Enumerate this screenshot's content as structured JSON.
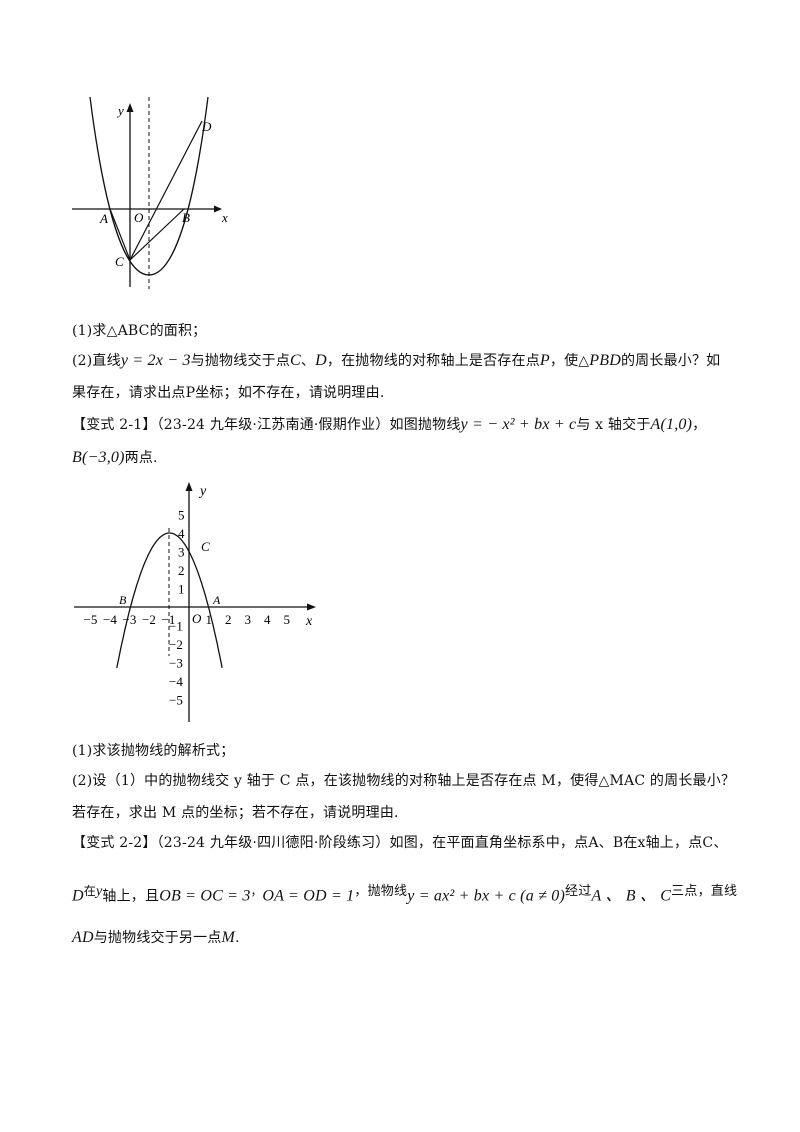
{
  "figure1": {
    "labels": {
      "y": "y",
      "x": "x",
      "origin": "O",
      "a": "A",
      "b": "B",
      "c": "C",
      "d": "D"
    }
  },
  "q1": {
    "part1": "(1)求△ABC的面积；",
    "part2_prefix": "(2)直线",
    "part2_eq": "y = 2x − 3",
    "part2_mid1": "与抛物线交于点",
    "part2_c": "C",
    "part2_sep": "、",
    "part2_d": "D",
    "part2_mid2": "，在抛物线的对称轴上是否存在点",
    "part2_p": "P",
    "part2_mid3": "，使△",
    "part2_pbd": "PBD",
    "part2_end": "的周长最小？如",
    "part2_line2": "果存在，请求出点P坐标；如不存在，请说明理由."
  },
  "variant1": {
    "tag": "【变式 2-1】",
    "source": "（23-24 九年级·江苏南通·假期作业）如图抛物线",
    "eq": "y = − x² + bx + c",
    "mid": "与 x 轴交于",
    "pointA": "A(1,0)",
    "comma": "，",
    "pointB": "B(−3,0)",
    "end": "两点."
  },
  "figure2": {
    "x_ticks": [
      "−5",
      "−4",
      "−3",
      "−2",
      "−1",
      "1",
      "2",
      "3",
      "4",
      "5"
    ],
    "y_ticks": [
      "5",
      "4",
      "3",
      "2",
      "1",
      "−1",
      "−2",
      "−3",
      "−4",
      "−5"
    ],
    "labels": {
      "y": "y",
      "x": "x",
      "origin": "O",
      "a": "A",
      "b": "B",
      "c": "C"
    }
  },
  "q2": {
    "part1": "(1)求该抛物线的解析式；",
    "part2": "(2)设（1）中的抛物线交 y 轴于 C 点，在该抛物线的对称轴上是否存在点 M，使得△MAC 的周长最小？",
    "part2_line2": "若存在，求出 M 点的坐标；若不存在，请说明理由."
  },
  "variant2": {
    "tag": "【变式 2-2】",
    "line1": "（23-24 九年级·四川德阳·阶段练习）如图，在平面直角坐标系中，点A、B在x轴上，点C、",
    "d": "D",
    "zai": "在",
    "y": "y",
    "axis": "轴上，且",
    "eq1": "OB = OC = 3",
    "sep1": "，",
    "eq2": "OA = OD = 1",
    "sep2": "，抛物线",
    "eq3": "y = ax² + bx + c (a ≠ 0)",
    "jingguo": "经过",
    "abc": "A 、 B 、 C",
    "sandian": "三点，直线",
    "line3_ad": "AD",
    "line3_rest": "与抛物线交于另一点",
    "line3_m": "M",
    "line3_end": "."
  }
}
